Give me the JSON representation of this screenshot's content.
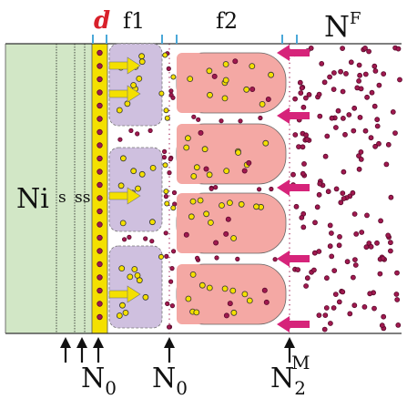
{
  "labels": {
    "d": "d",
    "f1": "f1",
    "f2": "f2",
    "nf_base": "N",
    "nf_sup": "F",
    "ni": "Ni",
    "s": "s",
    "ss": "ss",
    "n0_left_base": "N",
    "n0_left_sub": "0",
    "n0_mid_base": "N",
    "n0_mid_sub": "0",
    "n2m_base": "N",
    "n2m_sub": "2",
    "n2m_sup": "M"
  },
  "colors": {
    "ni_region": "#d2e7c6",
    "yellow_layer": "#f4e000",
    "f1_blocks": "#cfc0df",
    "f2_blocks": "#f4a8a4",
    "particle_dark": "#a0194f",
    "particle_yellow": "#f4e000",
    "arrow_yellow": "#f4e000",
    "arrow_magenta": "#d6247a",
    "tick_blue": "#4aa8d8",
    "label_red": "#d8202a"
  },
  "icons": {
    "flow_in": "magenta-left-arrow-icon",
    "flow_out": "yellow-right-arrow-icon",
    "marker": "black-up-arrow-icon"
  }
}
